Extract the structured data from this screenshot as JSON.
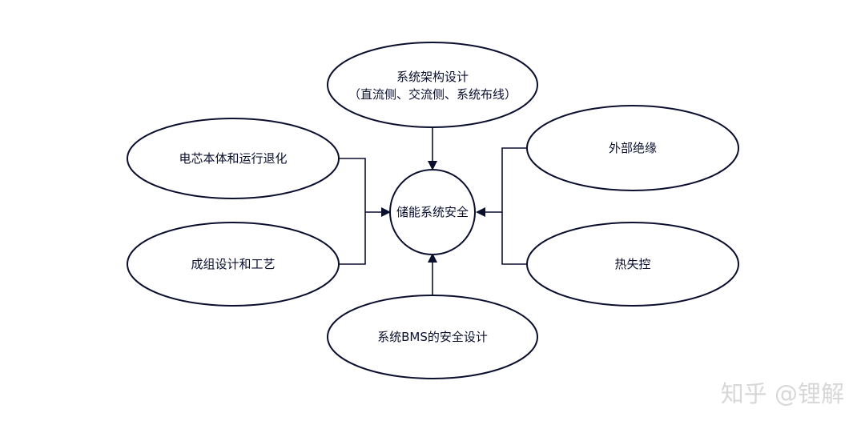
{
  "center": {
    "label": "储能系统安全"
  },
  "top": {
    "line1": "系统架构设计",
    "line2": "（直流侧、交流侧、系统布线）"
  },
  "left_upper": {
    "label": "电芯本体和运行退化"
  },
  "left_lower": {
    "label": "成组设计和工艺"
  },
  "right_upper": {
    "label": "外部绝缘"
  },
  "right_lower": {
    "label": "热失控"
  },
  "bottom": {
    "label": "系统BMS的安全设计"
  },
  "watermark": {
    "text": "知乎 @锂解"
  }
}
